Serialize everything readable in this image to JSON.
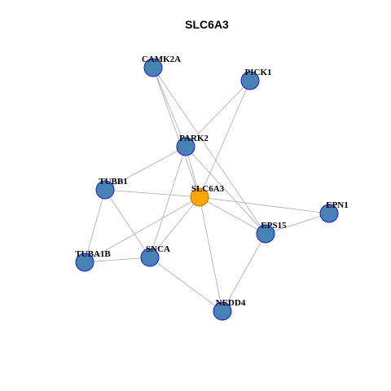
{
  "title": "SLC6A3",
  "colors": {
    "node_fill": "#4682b4",
    "node_stroke": "#1a1acc",
    "center_fill": "#ffa500",
    "center_stroke": "#b37400",
    "edge": "#aaaaaa"
  },
  "nodes": [
    {
      "id": "CAMK2A",
      "label": "CAMK2A",
      "center": false
    },
    {
      "id": "PICK1",
      "label": "PICK1",
      "center": false
    },
    {
      "id": "PARK2",
      "label": "PARK2",
      "center": false
    },
    {
      "id": "TUBB1",
      "label": "TUBB1",
      "center": false
    },
    {
      "id": "SLC6A3",
      "label": "SLC6A3",
      "center": true
    },
    {
      "id": "EPN1",
      "label": "EPN1",
      "center": false
    },
    {
      "id": "EPS15",
      "label": "EPS15",
      "center": false
    },
    {
      "id": "TUBA1B",
      "label": "TUBA1B",
      "center": false
    },
    {
      "id": "SNCA",
      "label": "SNCA",
      "center": false
    },
    {
      "id": "NEDD4",
      "label": "NEDD4",
      "center": false
    }
  ],
  "edges": [
    [
      "CAMK2A",
      "PARK2"
    ],
    [
      "CAMK2A",
      "SLC6A3"
    ],
    [
      "CAMK2A",
      "EPS15"
    ],
    [
      "PICK1",
      "PARK2"
    ],
    [
      "PICK1",
      "SLC6A3"
    ],
    [
      "PARK2",
      "TUBB1"
    ],
    [
      "PARK2",
      "SLC6A3"
    ],
    [
      "PARK2",
      "SNCA"
    ],
    [
      "PARK2",
      "EPS15"
    ],
    [
      "TUBB1",
      "SLC6A3"
    ],
    [
      "TUBB1",
      "TUBA1B"
    ],
    [
      "TUBB1",
      "SNCA"
    ],
    [
      "SLC6A3",
      "EPN1"
    ],
    [
      "SLC6A3",
      "EPS15"
    ],
    [
      "SLC6A3",
      "SNCA"
    ],
    [
      "SLC6A3",
      "TUBA1B"
    ],
    [
      "SLC6A3",
      "NEDD4"
    ],
    [
      "EPS15",
      "EPN1"
    ],
    [
      "EPS15",
      "NEDD4"
    ],
    [
      "TUBA1B",
      "SNCA"
    ],
    [
      "SNCA",
      "NEDD4"
    ]
  ]
}
